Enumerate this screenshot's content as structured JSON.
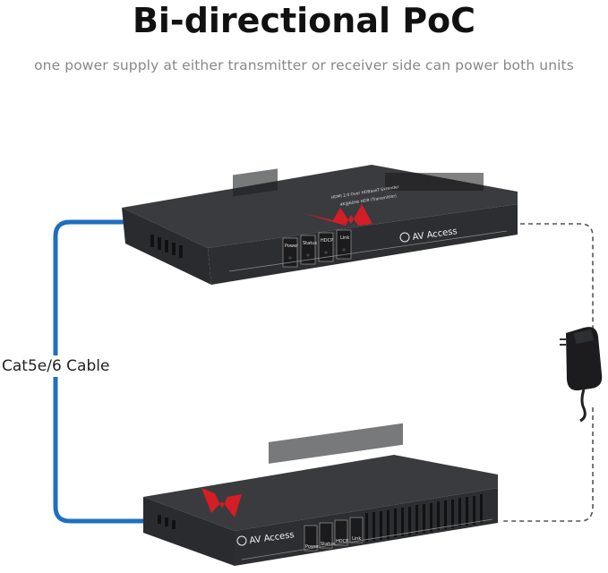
{
  "header": {
    "title": "Bi-directional PoC",
    "subtitle": "one power supply at either transmitter or receiver side can power both units"
  },
  "cable": {
    "label": "Cat5e/6 Cable",
    "color": "#1f6fbf"
  },
  "transmitter": {
    "brand": "AV Access",
    "model_text": "HDMI 2.0 Over HDBaseT Extender",
    "model_subtext": "4K@60Hz HDR (Transmitter)",
    "leds": [
      "Power",
      "Status",
      "HDCP",
      "Link"
    ]
  },
  "receiver": {
    "brand": "AV Access",
    "leds": [
      "Power",
      "Status",
      "HDCP",
      "Link"
    ]
  },
  "colors": {
    "device_body": "#2a2b2e",
    "device_top": "#3a3b3f",
    "logo_red": "#d51d25",
    "power_line": "#555555"
  }
}
